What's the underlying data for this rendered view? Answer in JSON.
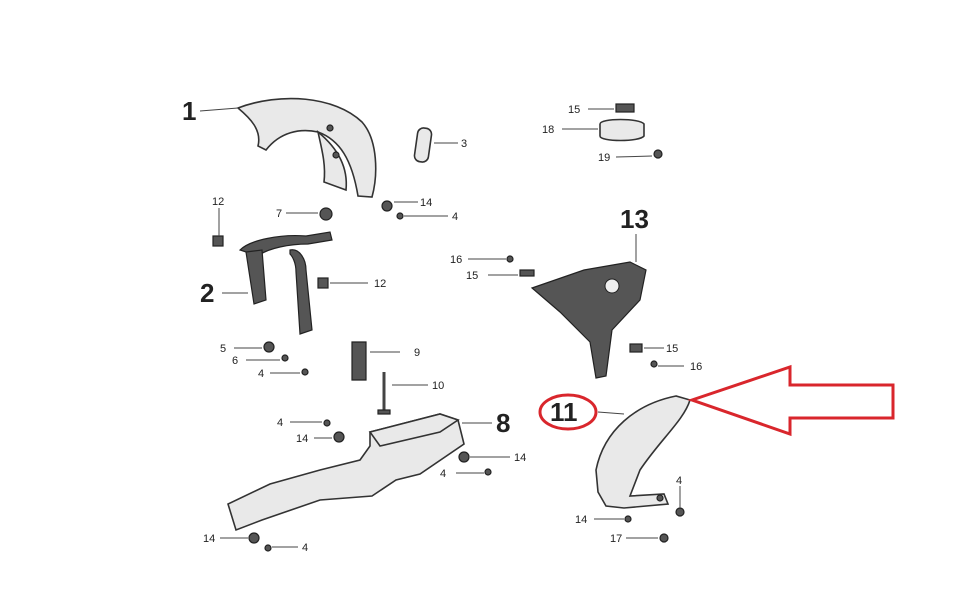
{
  "diagram": {
    "parts": {
      "p1": "1",
      "p2": "2",
      "p3": "3",
      "p4a": "4",
      "p4b": "4",
      "p4c": "4",
      "p4d": "4",
      "p4e": "4",
      "p4f": "4",
      "p5": "5",
      "p6": "6",
      "p7": "7",
      "p8": "8",
      "p9": "9",
      "p10": "10",
      "p11": "11",
      "p12a": "12",
      "p12b": "12",
      "p13": "13",
      "p14a": "14",
      "p14b": "14",
      "p14c": "14",
      "p14d": "14",
      "p14e": "14",
      "p15a": "15",
      "p15b": "15",
      "p15c": "15",
      "p16a": "16",
      "p16b": "16",
      "p17": "17",
      "p18": "18",
      "p19": "19"
    },
    "highlight_color": "#d9262c"
  }
}
